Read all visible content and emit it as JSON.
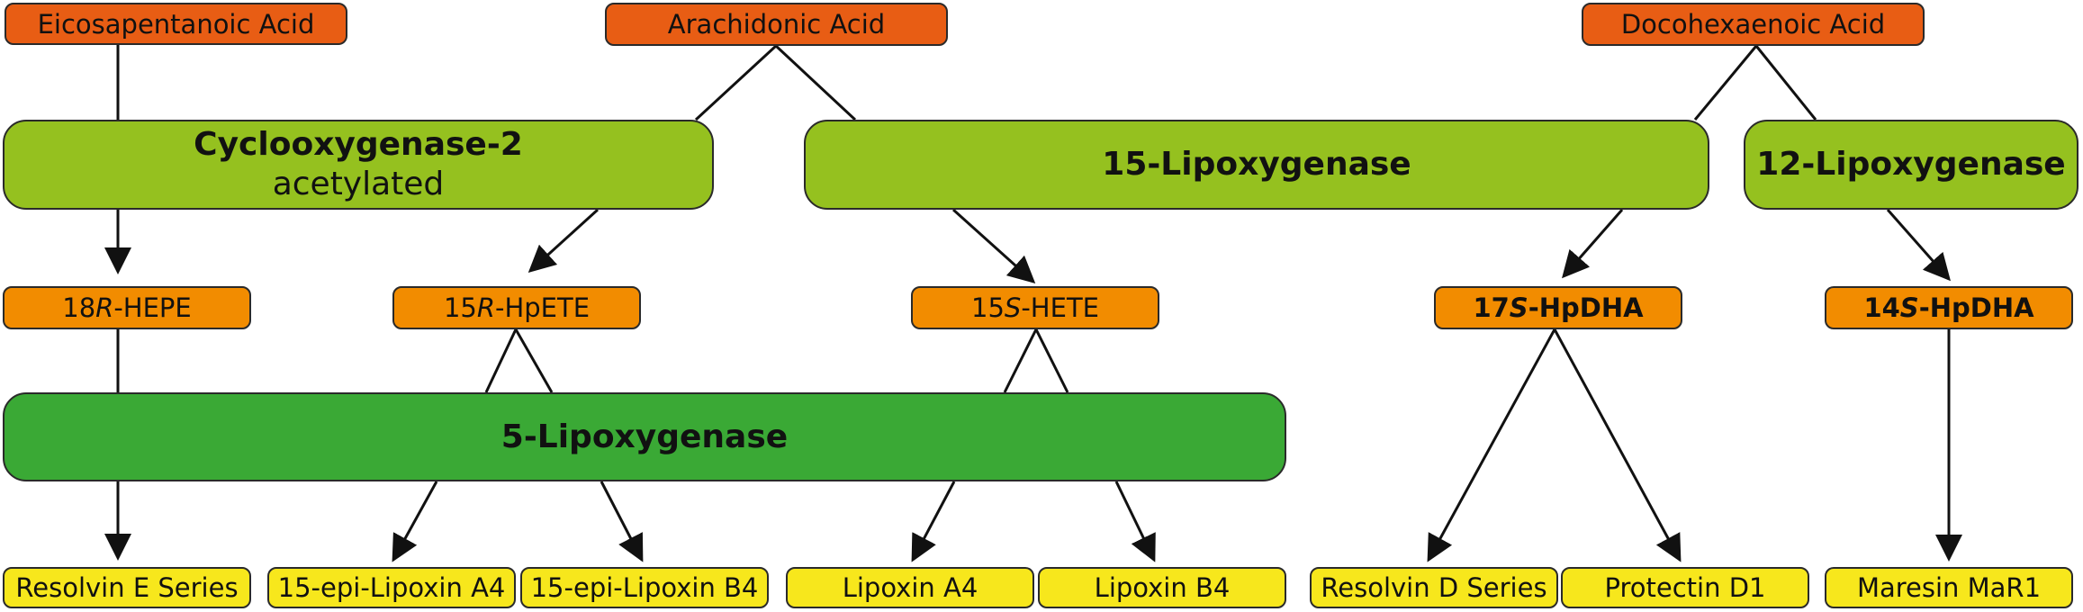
{
  "precursors": {
    "epa": "Eicosapentanoic Acid",
    "aa": "Arachidonic Acid",
    "dha": "Docohexaenoic Acid"
  },
  "enzymes": {
    "cox2_title": "Cyclooxygenase-2",
    "cox2_sub": "acetylated",
    "lox15": "15-Lipoxygenase",
    "lox12": "12-Lipoxygenase",
    "lox5": "5-Lipoxygenase"
  },
  "intermediates": {
    "hepe": {
      "pre": "18",
      "it": "R",
      "post": "-HEPE"
    },
    "hpete": {
      "pre": "15",
      "it": "R",
      "post": "-HpETE"
    },
    "hete": {
      "pre": "15",
      "it": "S",
      "post": "-HETE"
    },
    "hpdha17": {
      "pre": "17",
      "it": "S",
      "post": "-HpDHA"
    },
    "hpdha14": {
      "pre": "14",
      "it": "S",
      "post": "-HpDHA"
    }
  },
  "products": {
    "resolvin_e": "Resolvin E Series",
    "epi_lxa4": "15-epi-Lipoxin A4",
    "epi_lxb4": "15-epi-Lipoxin B4",
    "lxa4": "Lipoxin A4",
    "lxb4": "Lipoxin B4",
    "resolvin_d": "Resolvin D Series",
    "protectin": "Protectin D1",
    "maresin": "Maresin MaR1"
  },
  "colors": {
    "precursor": "#e85d14",
    "intermediate": "#f28c00",
    "product": "#f7e71c",
    "enzyme": "#95c11f",
    "enzyme_5lox": "#3aa935"
  }
}
